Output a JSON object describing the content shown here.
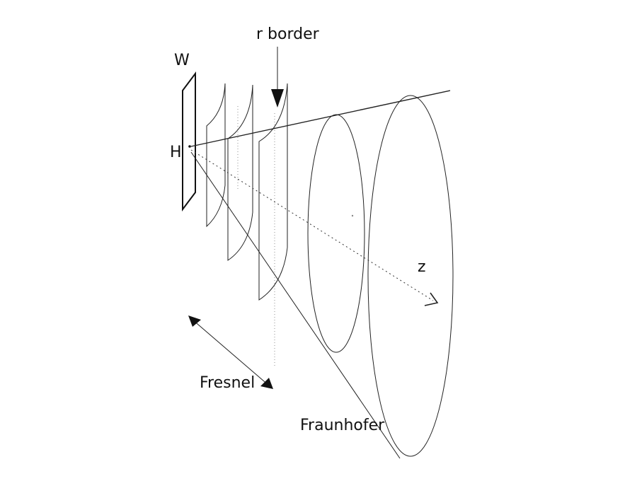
{
  "labels": {
    "w": "W",
    "h": "H",
    "r_border": "r border",
    "z": "z",
    "fresnel": "Fresnel",
    "fraunhofer": "Fraunhofer"
  }
}
